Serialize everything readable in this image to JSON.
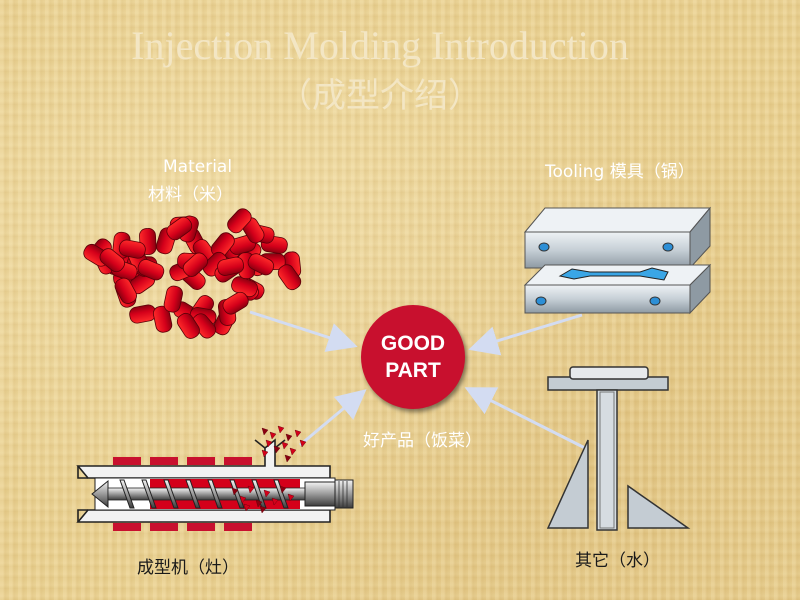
{
  "title": {
    "english": "Injection Molding Introduction",
    "chinese": "（成型介绍）"
  },
  "center": {
    "line1": "GOOD",
    "line2": "PART",
    "caption": "好产品（饭菜）"
  },
  "material": {
    "label_en": "Material",
    "label_cn": "材料（米）"
  },
  "tooling": {
    "label": "Tooling 模具（锅）"
  },
  "machine": {
    "label": "成型机（灶）"
  },
  "other": {
    "label": "其它（水）"
  },
  "colors": {
    "accent_red": "#c8102e",
    "arrow": "#cfd8f0",
    "steel": "#b8c3cc"
  }
}
